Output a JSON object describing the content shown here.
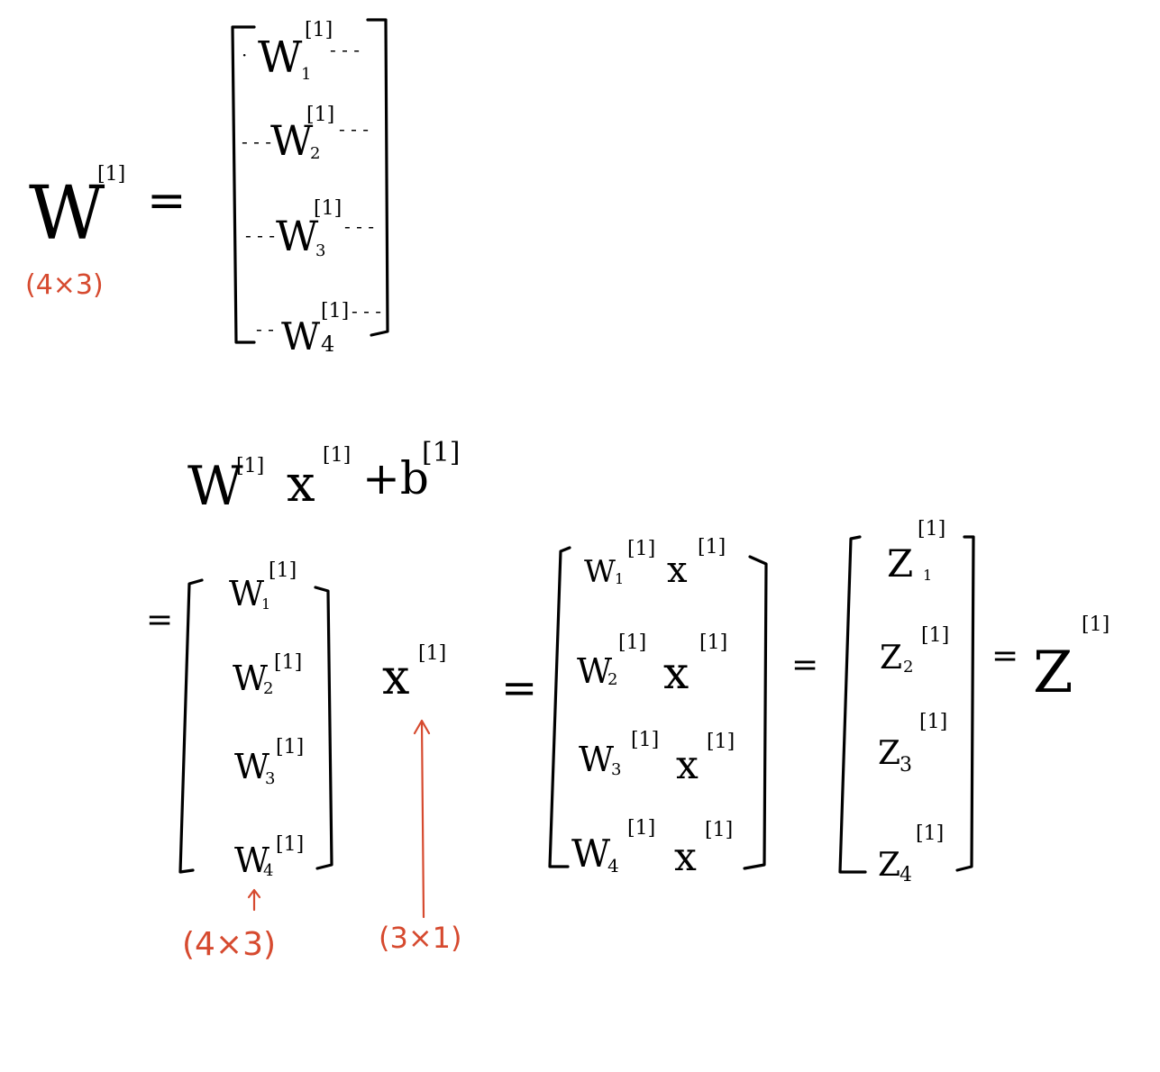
{
  "top_equation": {
    "lhs_symbol": "W",
    "lhs_superscript": "[1]",
    "equals": "=",
    "lhs_shape": "(4×3)",
    "rows": [
      {
        "left_dots": "·",
        "symbol": "W",
        "subscript": "1",
        "superscript": "[1]",
        "right_dots": "- - -"
      },
      {
        "left_dots": "- - -",
        "symbol": "W",
        "subscript": "2",
        "superscript": "[1]",
        "right_dots": "- - -"
      },
      {
        "left_dots": "- - -",
        "symbol": "W",
        "subscript": "3",
        "superscript": "[1]",
        "right_dots": "- - -"
      },
      {
        "left_dots": "- -",
        "symbol": "W",
        "subscript": "4",
        "superscript": "[1]",
        "right_dots": "- - -"
      }
    ]
  },
  "expression": {
    "w": "W",
    "w_sup": "[1]",
    "x": "x",
    "x_sup": "[1]",
    "plus_b": "+b",
    "b_sup": "[1]"
  },
  "bottom_equation": {
    "equals_1": "=",
    "w_rows": [
      {
        "symbol": "W",
        "subscript": "1",
        "superscript": "[1]"
      },
      {
        "symbol": "W",
        "subscript": "2",
        "superscript": "[1]"
      },
      {
        "symbol": "W",
        "subscript": "3",
        "superscript": "[1]"
      },
      {
        "symbol": "W",
        "subscript": "4",
        "superscript": "[1]"
      }
    ],
    "x_symbol": "x",
    "x_superscript": "[1]",
    "equals_2": "=",
    "product_rows": [
      {
        "w": "W",
        "w_sub": "1",
        "w_sup": "[1]",
        "x": "x",
        "x_sup": "[1]"
      },
      {
        "w": "W",
        "w_sub": "2",
        "w_sup": "[1]",
        "x": "x",
        "x_sup": "[1]"
      },
      {
        "w": "W",
        "w_sub": "3",
        "w_sup": "[1]",
        "x": "x",
        "x_sup": "[1]"
      },
      {
        "w": "W",
        "w_sub": "4",
        "w_sup": "[1]",
        "x": "x",
        "x_sup": "[1]"
      }
    ],
    "equals_3": "=",
    "z_rows": [
      {
        "symbol": "Z",
        "subscript": "1",
        "superscript": "[1]"
      },
      {
        "symbol": "Z",
        "subscript": "2",
        "superscript": "[1]"
      },
      {
        "symbol": "Z",
        "subscript": "3",
        "superscript": "[1]"
      },
      {
        "symbol": "Z",
        "subscript": "4",
        "superscript": "[1]"
      }
    ],
    "equals_4": "=",
    "z_result": "Z",
    "z_result_sup": "[1]",
    "w_shape": "(4×3)",
    "x_shape": "(3×1)"
  },
  "colors": {
    "ink": "#000000",
    "annotation": "#d64a2f",
    "background": "#ffffff"
  }
}
